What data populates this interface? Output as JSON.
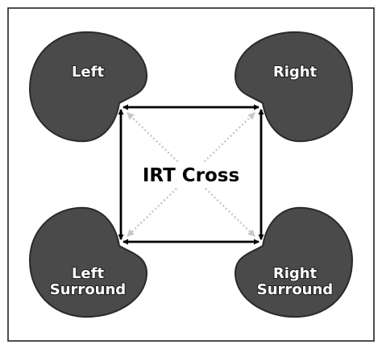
{
  "diagram": {
    "center_label": "IRT Cross",
    "speakers": {
      "left": "Left",
      "right": "Right",
      "left_surround": [
        "Left",
        "Surround"
      ],
      "right_surround": [
        "Right",
        "Surround"
      ]
    },
    "colors": {
      "lobe_fill": "#4a4a4a",
      "lobe_stroke": "#2a2a2a",
      "frame": "#222222",
      "solid_arrow": "#000000",
      "dotted_arrow": "#c8c8c8"
    }
  }
}
